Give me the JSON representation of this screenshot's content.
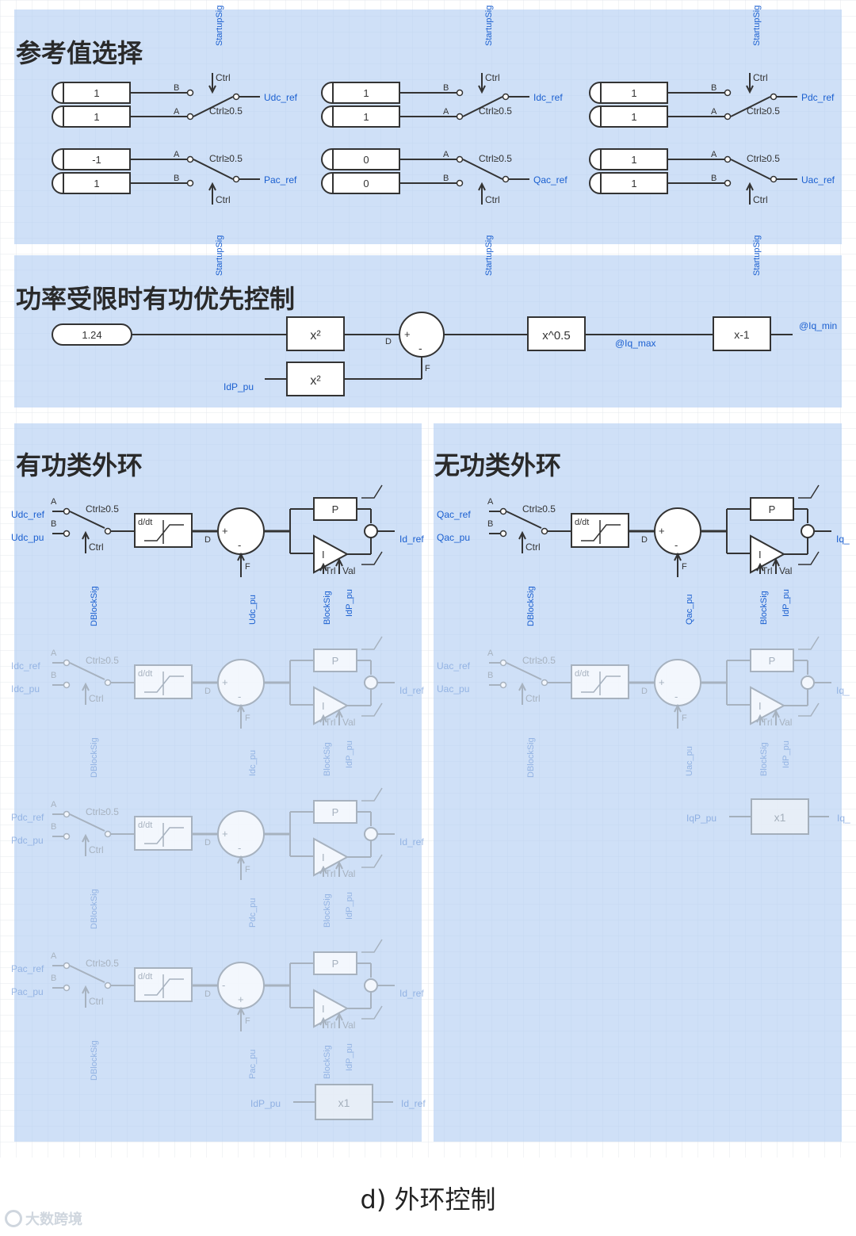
{
  "caption": "d) 外环控制",
  "watermark": "大数跨境",
  "colors": {
    "panel": "#cfe0f7",
    "grid": "#bdd0ea",
    "ink": "#333333",
    "label": "#1a5fd0",
    "faded": "#9aa3ad"
  },
  "sections": {
    "ref_select": "参考值选择",
    "limit": "功率受限时有功优先控制",
    "active": "有功类外环",
    "reactive": "无功类外环"
  },
  "ref_switches": [
    {
      "top": "1",
      "bot": "1",
      "out": "Udc_ref",
      "sig": "StartupSig",
      "mode": "up"
    },
    {
      "top": "1",
      "bot": "1",
      "out": "Idc_ref",
      "sig": "StartupSig",
      "mode": "up"
    },
    {
      "top": "1",
      "bot": "1",
      "out": "Pdc_ref",
      "sig": "StartupSig",
      "mode": "up"
    },
    {
      "top": "-1",
      "bot": "1",
      "out": "Pac_ref",
      "sig": "StartupSig",
      "mode": "down"
    },
    {
      "top": "0",
      "bot": "0",
      "out": "Qac_ref",
      "sig": "StartupSig",
      "mode": "down"
    },
    {
      "top": "1",
      "bot": "1",
      "out": "Uac_ref",
      "sig": "StartupSig",
      "mode": "down"
    }
  ],
  "switch_text": {
    "a": "A",
    "b": "B",
    "ctrl": "Ctrl",
    "cond": "Ctrl≥0.5"
  },
  "limit": {
    "const": "1.24",
    "sq": "x²",
    "sqrt": "x^0.5",
    "gain": "x-1",
    "in": "IdP_pu",
    "mid": "@Iq_max",
    "out": "@Iq_min",
    "d": "D",
    "f": "F"
  },
  "loops": {
    "left": [
      {
        "ref": "Udc_ref",
        "meas": "Udc_pu",
        "fb": "Udc_pu",
        "out": "Id_ref",
        "faded": false,
        "signs": [
          "+",
          "-"
        ]
      },
      {
        "ref": "Idc_ref",
        "meas": "Idc_pu",
        "fb": "Idc_pu",
        "out": "Id_ref",
        "faded": true,
        "signs": [
          "+",
          "-"
        ]
      },
      {
        "ref": "Pdc_ref",
        "meas": "Pdc_pu",
        "fb": "Pdc_pu",
        "out": "Id_ref",
        "faded": true,
        "signs": [
          "+",
          "-"
        ]
      },
      {
        "ref": "Pac_ref",
        "meas": "Pac_pu",
        "fb": "Pac_pu",
        "out": "Id_ref",
        "faded": true,
        "signs": [
          "-",
          "+"
        ]
      }
    ],
    "right": [
      {
        "ref": "Qac_ref",
        "meas": "Qac_pu",
        "fb": "Qac_pu",
        "out": "Iq_",
        "faded": false,
        "signs": [
          "+",
          "-"
        ]
      },
      {
        "ref": "Uac_ref",
        "meas": "Uac_pu",
        "fb": "Uac_pu",
        "out": "Iq_",
        "faded": true,
        "signs": [
          "+",
          "-"
        ]
      }
    ],
    "block_sig": "DBlockSig",
    "block2": "BlockSig",
    "idp": "IdP_pu",
    "ddt": "d/dt",
    "p": "P",
    "i": "I",
    "trl": "Trl",
    "val": "Val"
  },
  "bypass": [
    {
      "in": "IdP_pu",
      "gain": "x1",
      "out": "Id_ref"
    },
    {
      "in": "IqP_pu",
      "gain": "x1",
      "out": "Iq_"
    }
  ]
}
